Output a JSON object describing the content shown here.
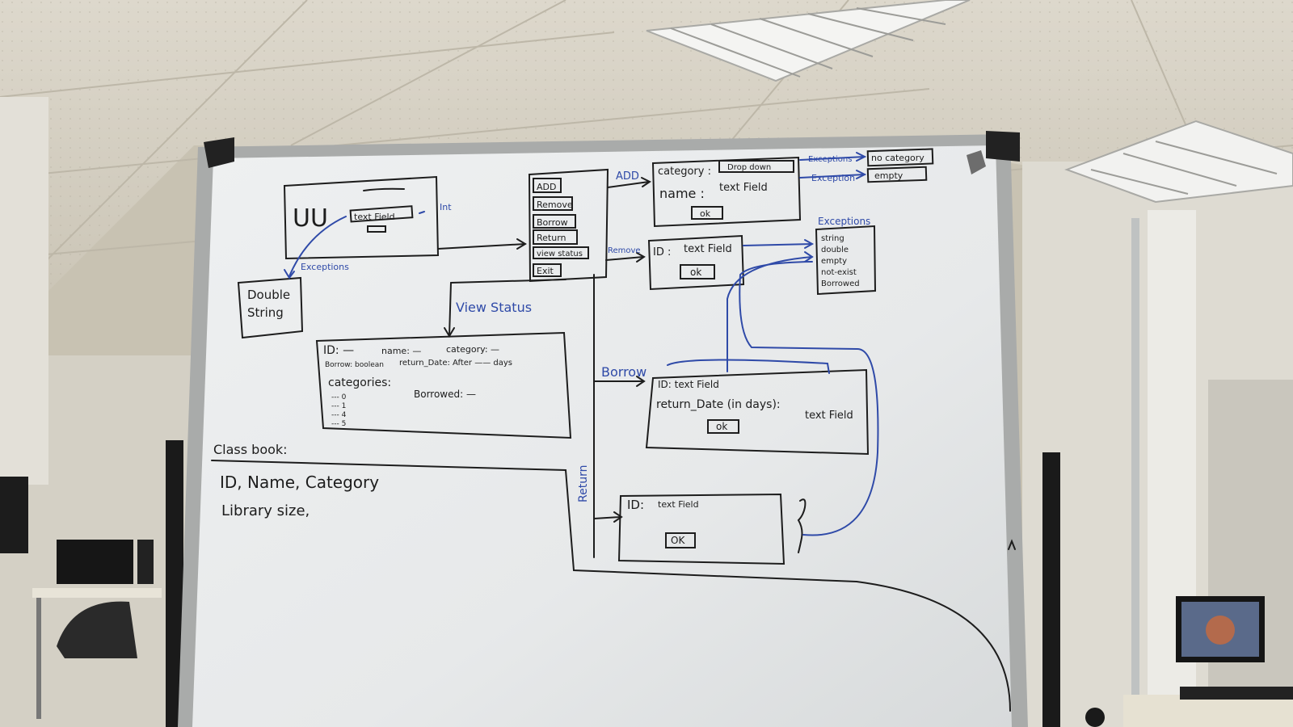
{
  "whiteboard": {
    "login_box": {
      "logo": "UU",
      "field": "text Field",
      "int_note": "Int",
      "exceptions_label": "Exceptions",
      "exception_types": [
        "Double",
        "String"
      ]
    },
    "menu": {
      "items": [
        "ADD",
        "Remove",
        "Borrow",
        "Return",
        "view status",
        "Exit"
      ]
    },
    "add_panel": {
      "arrow_label": "ADD",
      "category_label": "category :",
      "category_control": "Drop down",
      "name_label": "name :",
      "name_control": "text Field",
      "ok": "ok",
      "exception_label_1": "Exceptions",
      "exception_value_1": "no category",
      "exception_label_2": "Exception",
      "exception_value_2": "empty"
    },
    "remove_panel": {
      "arrow_label": "Remove",
      "id_label": "ID :",
      "id_control": "text Field",
      "ok": "ok"
    },
    "exceptions_list": {
      "title": "Exceptions",
      "items": [
        "string",
        "double",
        "empty",
        "not-exist",
        "Borrowed"
      ]
    },
    "view_status": {
      "arrow_label": "View Status",
      "line1_id": "ID: —",
      "line1_name": "name: —",
      "line1_category": "category: —",
      "line2_borrow": "Borrow: boolean",
      "line2_return": "return_Date: After —— days",
      "categories_label": "categories:",
      "categories": [
        "--- 0",
        "--- 1",
        "--- 4",
        "--- 5"
      ],
      "borrowed": "Borrowed: —"
    },
    "borrow_panel": {
      "arrow_label": "Borrow",
      "id_line": "ID: text Field",
      "return_label": "return_Date (in days):",
      "return_control": "text Field",
      "ok": "ok"
    },
    "return_panel": {
      "arrow_label": "Return",
      "id_label": "ID:",
      "id_control": "text Field",
      "ok": "OK"
    },
    "class_notes": {
      "title": "Class book:",
      "fields": "ID, Name, Category",
      "library": "Library size,"
    }
  },
  "colors": {
    "ink_black": "#1d1d1d",
    "ink_blue": "#2f4aa8",
    "board": "#eceeee",
    "frame": "#a9abaa",
    "ceiling": "#d8d3c6"
  }
}
